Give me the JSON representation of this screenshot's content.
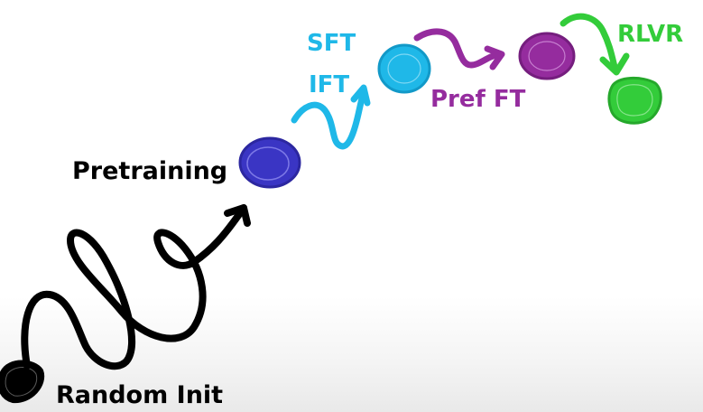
{
  "labels": {
    "random_init": "Random Init",
    "pretraining": "Pretraining",
    "sft": "SFT",
    "ift": "IFT",
    "pref_ft": "Pref FT",
    "rlvr": "RLVR"
  },
  "colors": {
    "random_init": "#000000",
    "pretraining": "#3a35c4",
    "sft": "#1fb8e8",
    "pref_ft": "#952c9e",
    "rlvr": "#33cc3a"
  }
}
